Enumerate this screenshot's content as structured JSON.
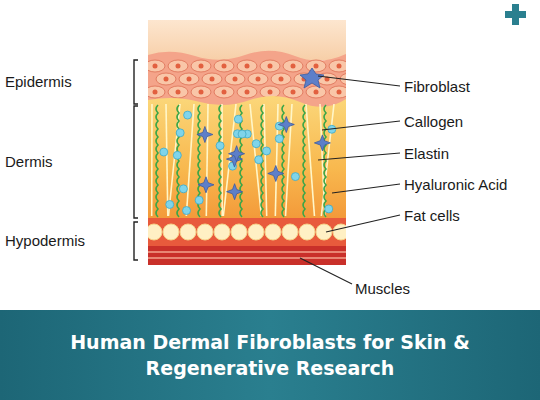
{
  "diagram": {
    "title": "Human Dermal Fibroblasts for Skin & Regenerative Research",
    "labels": [
      "Epidermis",
      "Dermis",
      "Hypodermis",
      "Fibroblast",
      "Callogen",
      "Elastin",
      "Hyaluronic Acid",
      "Fat cells",
      "Muscles"
    ]
  }
}
